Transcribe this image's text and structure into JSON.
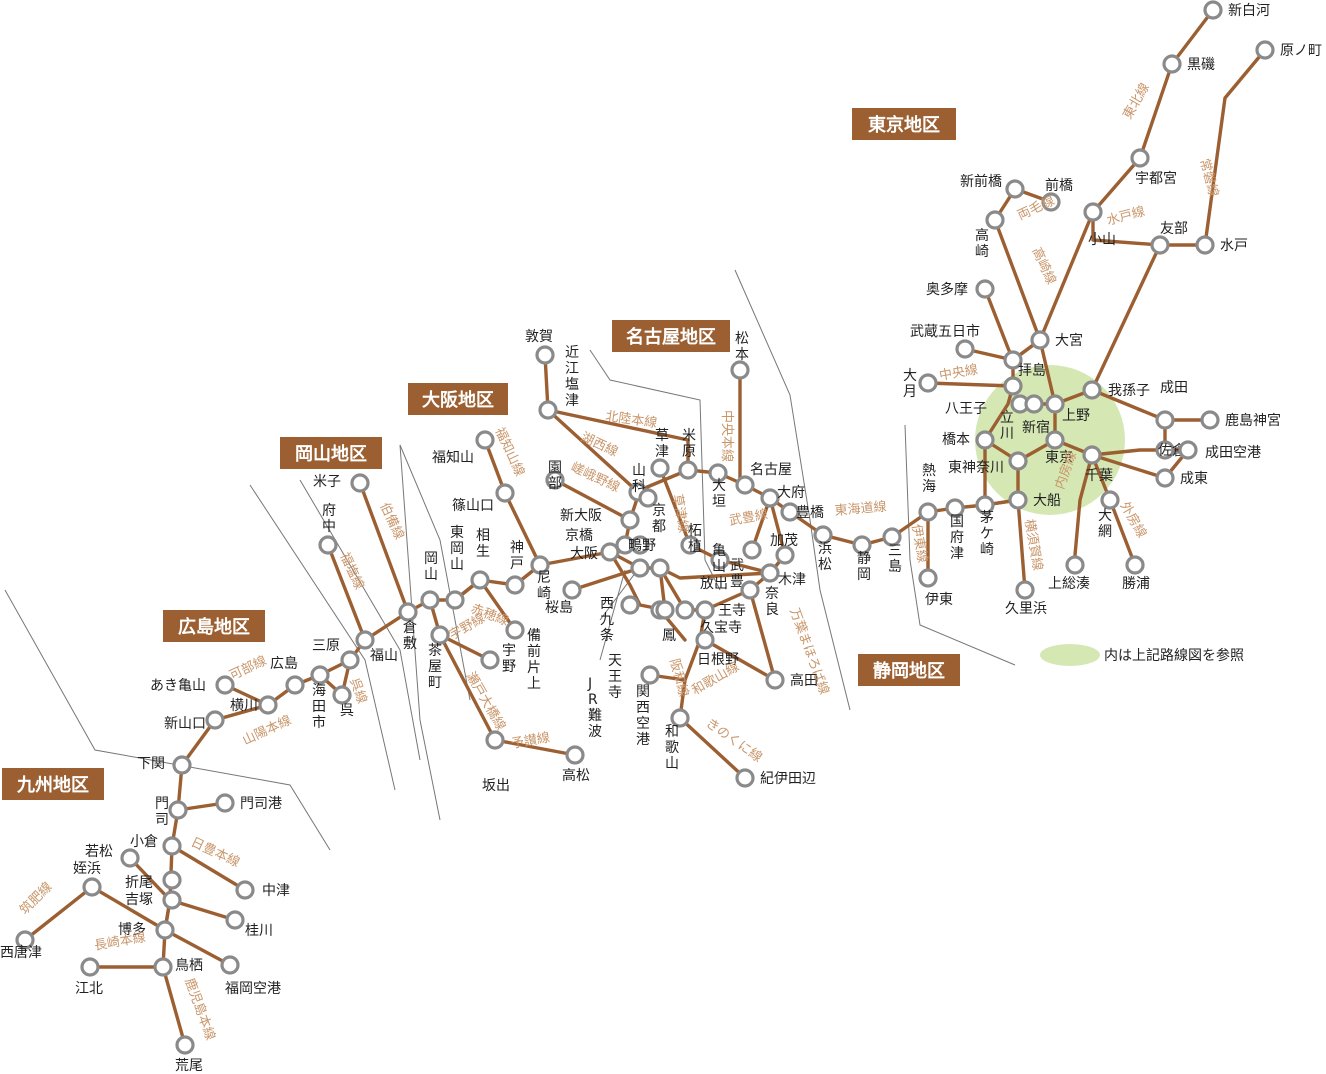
{
  "colors": {
    "line": "#9b5f32",
    "label": "#c9966b",
    "region": "#9b5f32",
    "tokyo_area": "#d5e8b4",
    "station_ring": "#8a8a8a"
  },
  "regions": {
    "tokyo": "東京地区",
    "nagoya": "名古屋地区",
    "osaka": "大阪地区",
    "okayama": "岡山地区",
    "hiroshima": "広島地区",
    "kyushu": "九州地区",
    "shizuoka": "静岡地区"
  },
  "legend": {
    "text": "内は上記路線図を参照"
  },
  "stations": {
    "shinshirakawa": "新白河",
    "haranomachi": "原ノ町",
    "kuroiso": "黒磯",
    "utsunomiya": "宇都宮",
    "shinmaebashi": "新前橋",
    "maebashi": "前橋",
    "takasaki": "高崎",
    "oyama": "小山",
    "tomobe": "友部",
    "mito": "水戸",
    "okutama": "奥多摩",
    "omiya": "大宮",
    "musashi_itsukaichi": "武蔵五日市",
    "haijima": "拝島",
    "otsuki": "大月",
    "hachioji": "八王子",
    "tachikawa": "立川",
    "shinjuku": "新宿",
    "ueno": "上野",
    "abiko": "我孫子",
    "narita": "成田",
    "kashimajingu": "鹿島神宮",
    "sakura": "佐倉",
    "narita_airport": "成田空港",
    "naruto": "成東",
    "hashimoto": "橋本",
    "higashikanagawa": "東神奈川",
    "tokyo": "東京",
    "chiba": "千葉",
    "ofuna": "大船",
    "oami": "大網",
    "katsuura": "勝浦",
    "kazusaminato": "上総湊",
    "kurihama": "久里浜",
    "chigasaki": "茅ケ崎",
    "kozu": "国府津",
    "atami": "熱海",
    "ito": "伊東",
    "mishima": "三島",
    "shizuoka": "静岡",
    "hamamatsu": "浜松",
    "toyohashi": "豊橋",
    "obu": "大府",
    "nagoya": "名古屋",
    "matsumoto": "松本",
    "ogaki": "大垣",
    "maibara": "米原",
    "kusatsu": "草津",
    "yamashina": "山科",
    "kyoto": "京都",
    "tsuge": "柘植",
    "kameyama": "亀山",
    "taketoyo": "武豊",
    "kamo": "加茂",
    "kizu": "木津",
    "nara": "奈良",
    "tsuruga": "敦賀",
    "omishiotsu": "近江塩津",
    "sonobe": "園部",
    "shinosaka": "新大阪",
    "kyobashi": "京橋",
    "osaka": "大阪",
    "shigino": "鴫野",
    "hanaten": "放出",
    "fukuchiyama": "福知山",
    "sasayamaguchi": "篠山口",
    "kobe": "神戸",
    "amagasaki": "尼崎",
    "sakurajima": "桜島",
    "nishikujo": "西九条",
    "tennoji": "天王寺",
    "jr_namba": "JR難波",
    "oji": "王寺",
    "kubotera": "久宝寺",
    "otori": "鳳",
    "hineno": "日根野",
    "kansai_airport": "関西空港",
    "wakayama": "和歌山",
    "kiitanabe": "紀伊田辺",
    "takada": "高田",
    "yonago": "米子",
    "fuchu": "府中",
    "kurashiki": "倉敷",
    "okayama": "岡山",
    "higashiokayama": "東岡山",
    "aioi": "相生",
    "bizenkatakami": "備前片上",
    "chayamachi": "茶屋町",
    "uno": "宇野",
    "sakaide": "坂出",
    "takamatsu": "高松",
    "fukuyama": "福山",
    "mihara": "三原",
    "hiroshima": "広島",
    "kure": "呉",
    "kaitaichi": "海田市",
    "akikameyama": "あき亀山",
    "yokogawa": "横川",
    "shinyamaguchi": "新山口",
    "shimonoseki": "下関",
    "moji": "門司",
    "mojiko": "門司港",
    "kokura": "小倉",
    "wakamatsu": "若松",
    "mezurashihama": "姪浜",
    "orio": "折尾",
    "yoshizuka": "吉塚",
    "nakatsu": "中津",
    "keisen": "桂川",
    "hakata": "博多",
    "nishikaratsu": "西唐津",
    "tosu": "鳥栖",
    "kohoku": "江北",
    "fukuoka_airport": "福岡空港",
    "arao": "荒尾"
  },
  "lines": {
    "tohoku": "東北線",
    "joban": "常磐線",
    "ryomo": "両毛線",
    "takasaki": "高崎線",
    "mito": "水戸線",
    "chuo_east": "中央線",
    "yokosuka": "横須賀線",
    "uchibo": "内房線",
    "sotobo": "外房線",
    "ito": "伊東線",
    "tokaido": "東海道線",
    "chuo_hon": "中央本線",
    "taketoyo": "武豊線",
    "hokuriku": "北陸本線",
    "kosei": "湖西線",
    "sagano": "嵯峨野線",
    "kusatsu": "草津線",
    "manyo": "万葉まほろば線",
    "wakayama": "和歌山線",
    "hanwa": "阪和線",
    "kinokuni": "きのくに線",
    "fukuchiyama": "福知山線",
    "ako": "赤穂線",
    "uno": "宇野線",
    "seto": "瀬戸大橋線",
    "yosan": "予讃線",
    "hakubi": "伯備線",
    "fukuen": "福塩線",
    "kure": "呉線",
    "kabe": "可部線",
    "sanyo": "山陽本線",
    "nippo": "日豊本線",
    "chikuhi": "筑肥線",
    "nagasaki": "長崎本線",
    "kagoshima": "鹿児島本線"
  }
}
